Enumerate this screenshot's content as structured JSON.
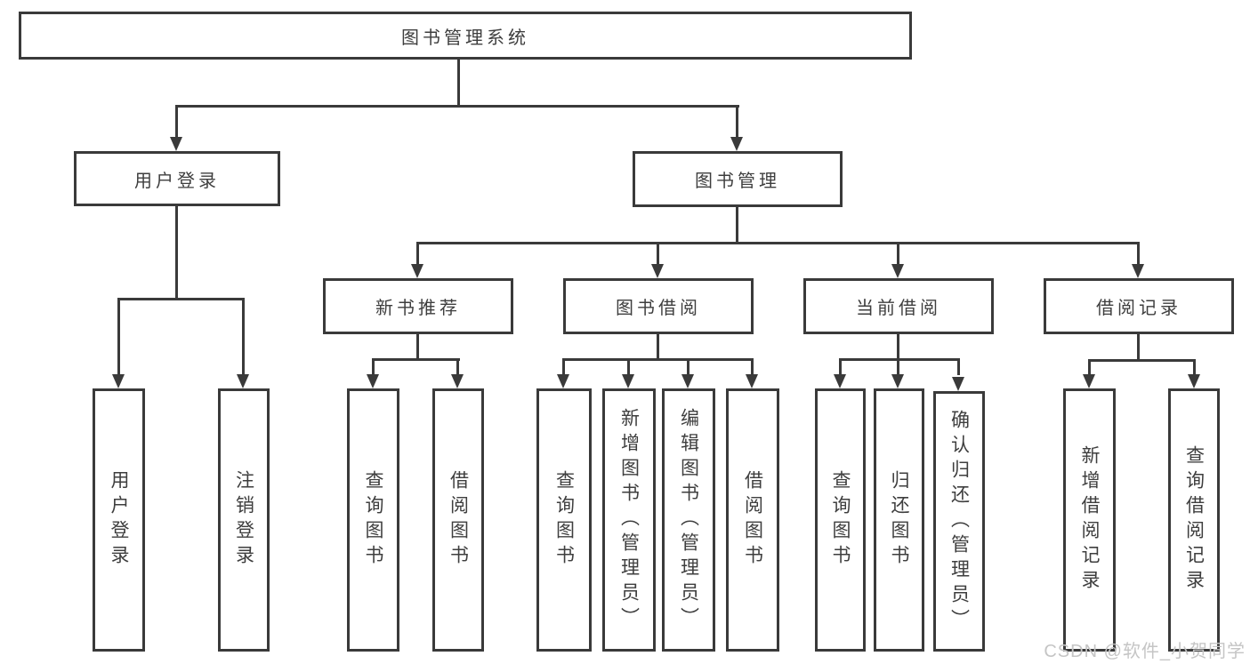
{
  "tree": {
    "label": "图书管理系统",
    "children": [
      {
        "label": "用户登录",
        "children": [
          {
            "label": "用户登录"
          },
          {
            "label": "注销登录"
          }
        ]
      },
      {
        "label": "图书管理",
        "children": [
          {
            "label": "新书推荐",
            "children": [
              {
                "label": "查询图书"
              },
              {
                "label": "借阅图书"
              }
            ]
          },
          {
            "label": "图书借阅",
            "children": [
              {
                "label": "查询图书"
              },
              {
                "label": "新增图书（管理员）"
              },
              {
                "label": "编辑图书（管理员）"
              },
              {
                "label": "借阅图书"
              }
            ]
          },
          {
            "label": "当前借阅",
            "children": [
              {
                "label": "查询图书"
              },
              {
                "label": "归还图书"
              },
              {
                "label": "确认归还（管理员）"
              }
            ]
          },
          {
            "label": "借阅记录",
            "children": [
              {
                "label": "新增借阅记录"
              },
              {
                "label": "查询借阅记录"
              }
            ]
          }
        ]
      }
    ]
  },
  "watermark": "CSDN @软件_小贺同学",
  "colors": {
    "line": "#3a3a3a",
    "text": "#3e3e3e",
    "watermark": "#c5c5c5",
    "background": "#ffffff"
  }
}
